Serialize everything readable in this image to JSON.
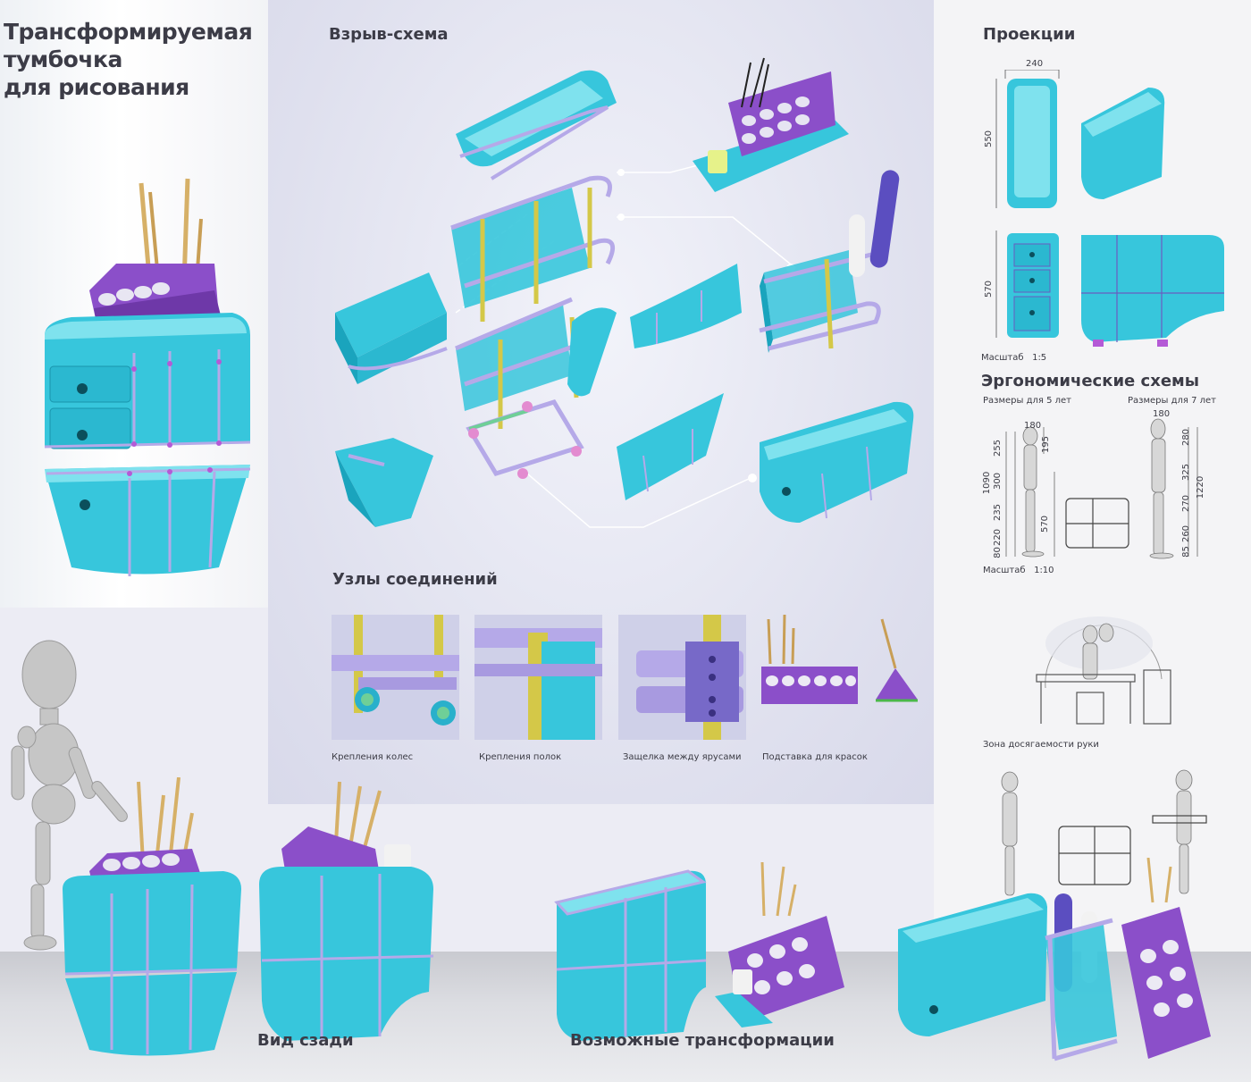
{
  "title": {
    "line1": "Трансформируемая",
    "line2": "тумбочка",
    "line3": "для рисования"
  },
  "sections": {
    "exploded": "Взрыв-схема",
    "projections": "Проекции",
    "ergonomics": "Эргономические схемы",
    "joints": "Узлы соединений",
    "rear_view": "Вид сзади",
    "transformations": "Возможные трансформации"
  },
  "projections": {
    "width": "240",
    "height_top": "550",
    "height_bottom": "570",
    "scale_label": "Масштаб",
    "scale_value": "1:5"
  },
  "ergonomics": {
    "sizes_5": "Размеры для 5 лет",
    "sizes_7": "Размеры для 7 лет",
    "child5": {
      "width": "180",
      "head": "195",
      "total": "1090",
      "seg1": "255",
      "seg2": "300",
      "seg3": "235",
      "seg4": "220",
      "seg5": "80"
    },
    "cabinet_height": "570",
    "child7": {
      "width": "180",
      "seg1": "280",
      "seg2": "325",
      "total": "1220",
      "seg3": "270",
      "seg4": "260",
      "seg5": "85"
    },
    "scale_label": "Масштаб",
    "scale_value": "1:10",
    "reach_zone": "Зона досягаемости руки"
  },
  "joints": [
    "Крепления колес",
    "Крепления полок",
    "Защелка между ярусами",
    "Подставка для красок"
  ],
  "colors": {
    "cyan": "#37c6dc",
    "cyan_dark": "#1aa4bd",
    "purple": "#8b4fc9",
    "lavender": "#b5a9e8",
    "bamboo": "#d6b067",
    "joint_bg": "#cfd0e8"
  }
}
